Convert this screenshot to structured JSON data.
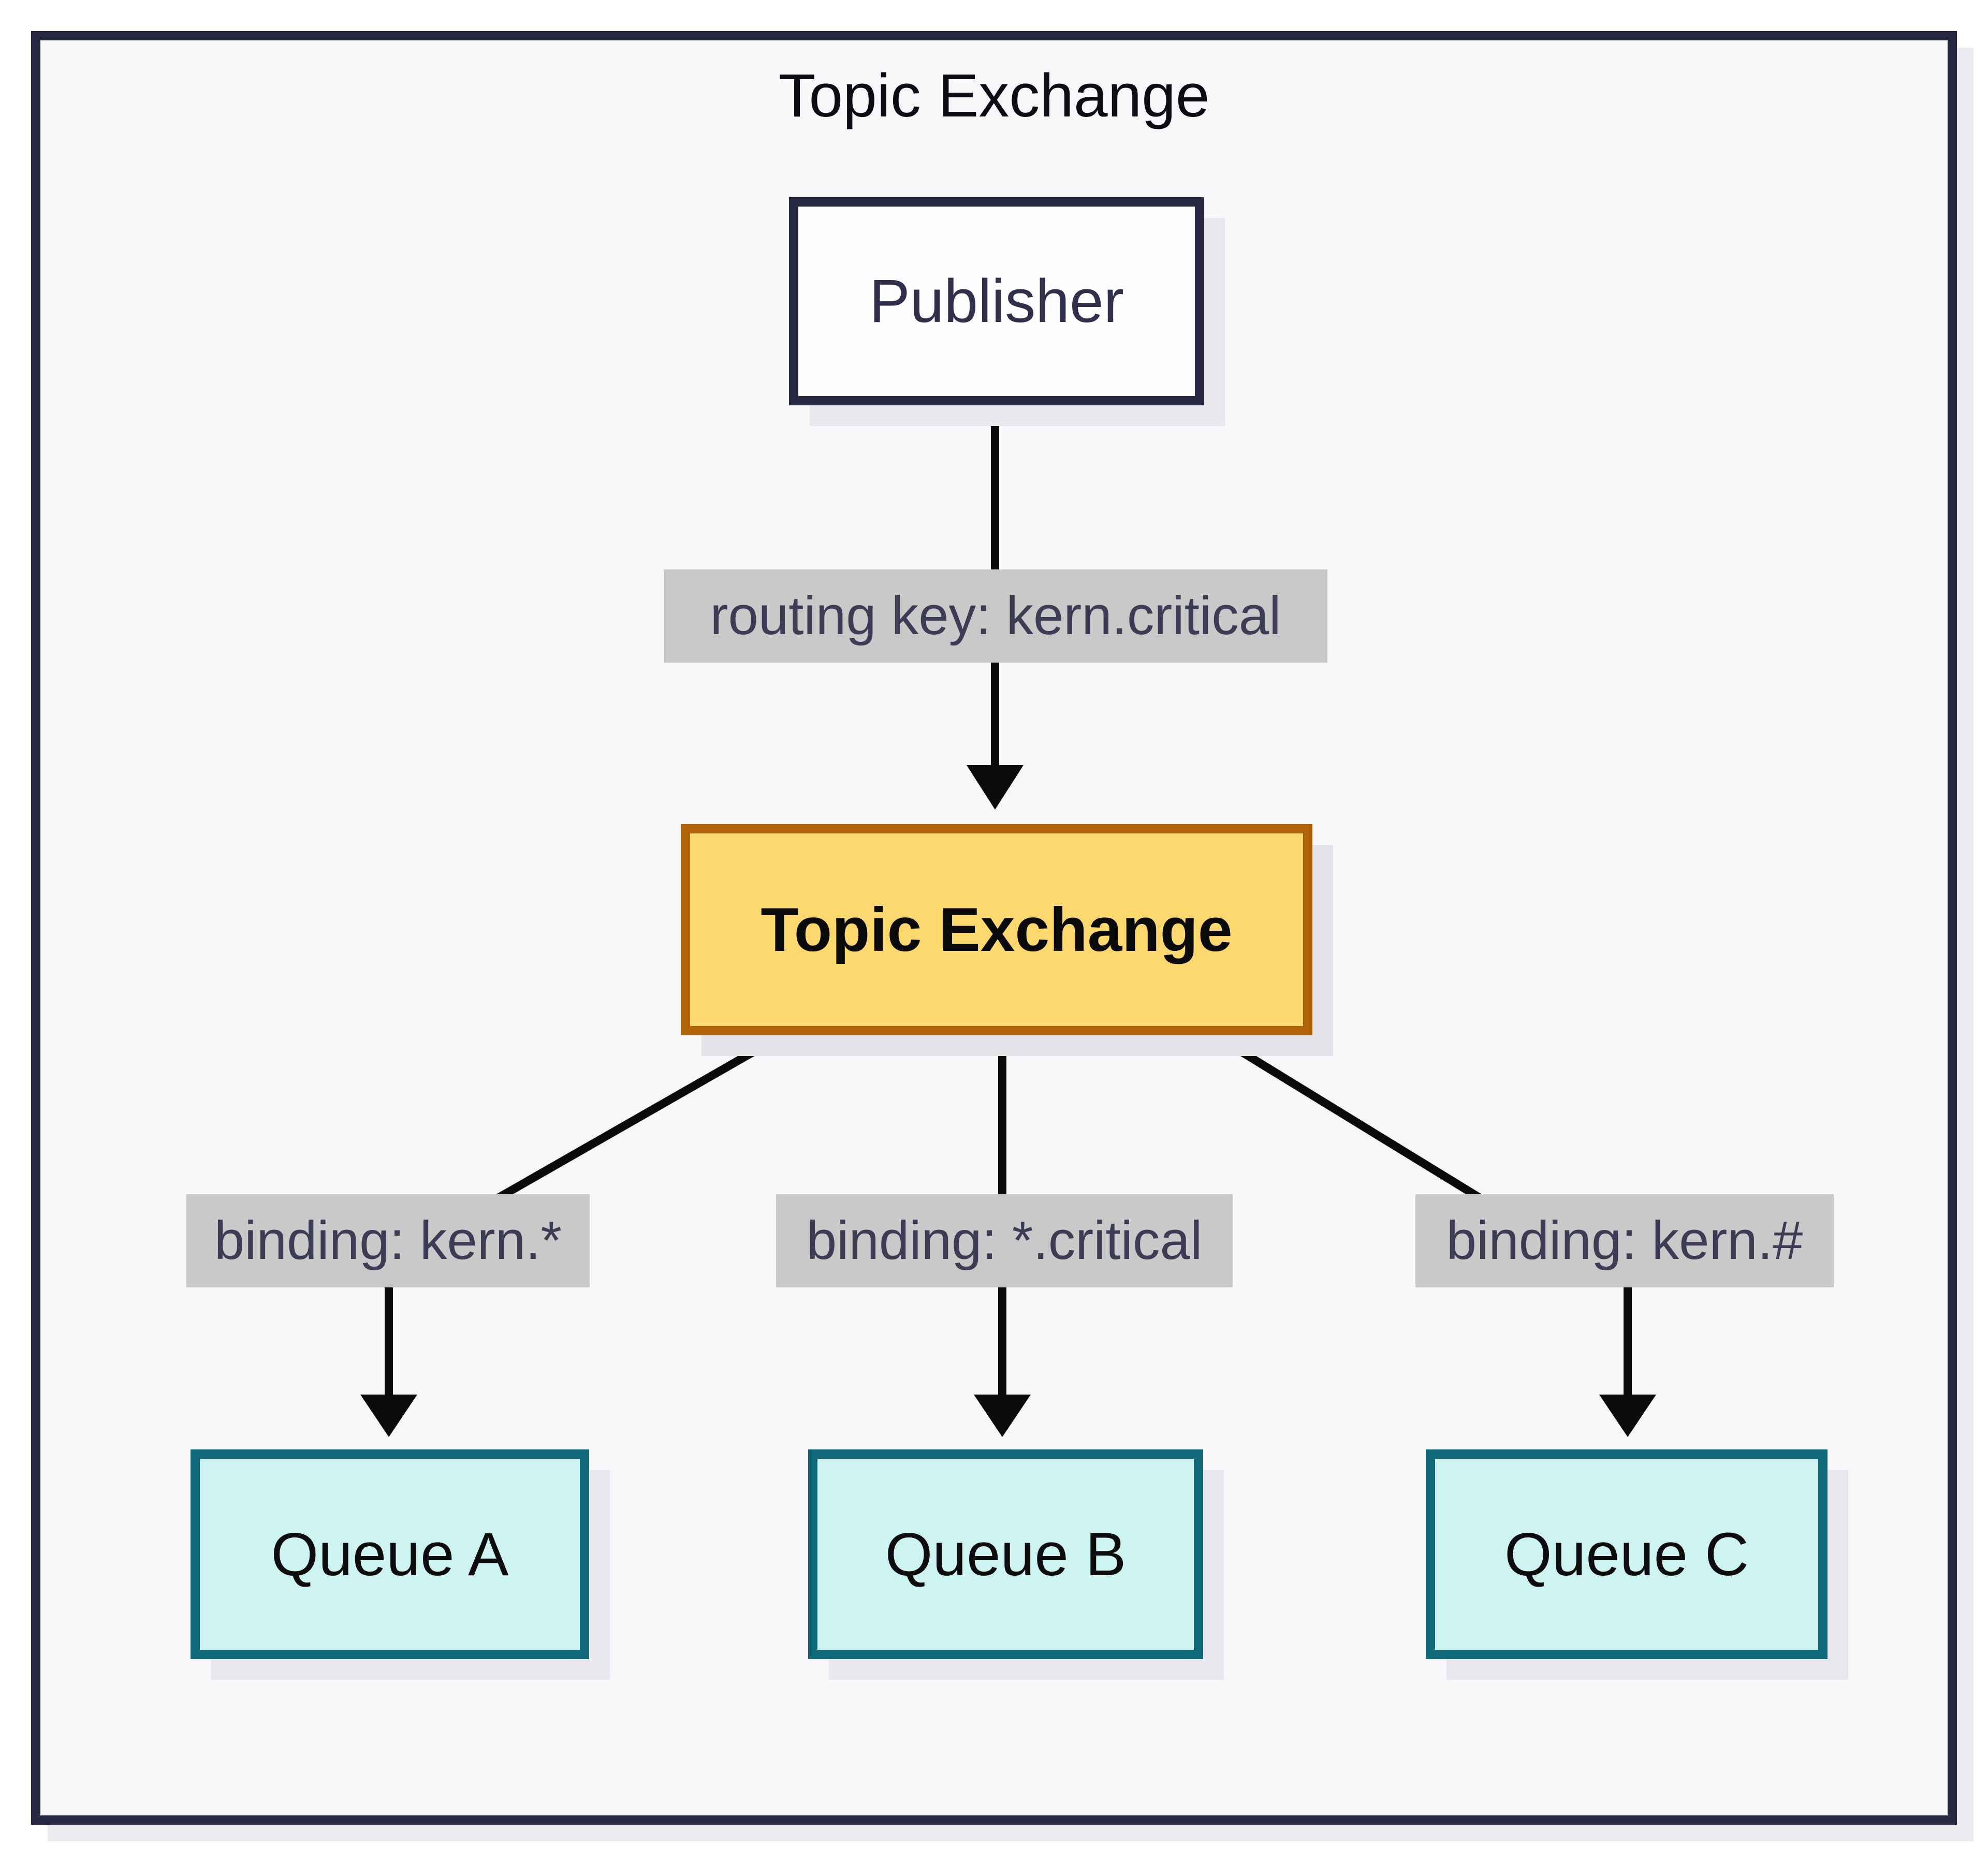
{
  "diagram": {
    "title": "Topic Exchange",
    "publisher": {
      "label": "Publisher"
    },
    "exchange": {
      "label": "Topic Exchange"
    },
    "routing_label": "routing key: kern.critical",
    "bindings": [
      {
        "label": "binding: kern.*",
        "queue": "Queue A"
      },
      {
        "label": "binding: *.critical",
        "queue": "Queue B"
      },
      {
        "label": "binding: kern.#",
        "queue": "Queue C"
      }
    ],
    "colors": {
      "frame_border": "#282843",
      "canvas_bg": "#f7f7fa",
      "publisher_bg": "#fdfdff",
      "publisher_border": "#282843",
      "exchange_bg": "#fcd86f",
      "exchange_border": "#b26207",
      "queue_bg": "#cdf4f1",
      "queue_border": "#116879",
      "label_bg": "#c9c9c9",
      "label_text": "#3c3c55",
      "line": "#0a0a0a"
    }
  }
}
